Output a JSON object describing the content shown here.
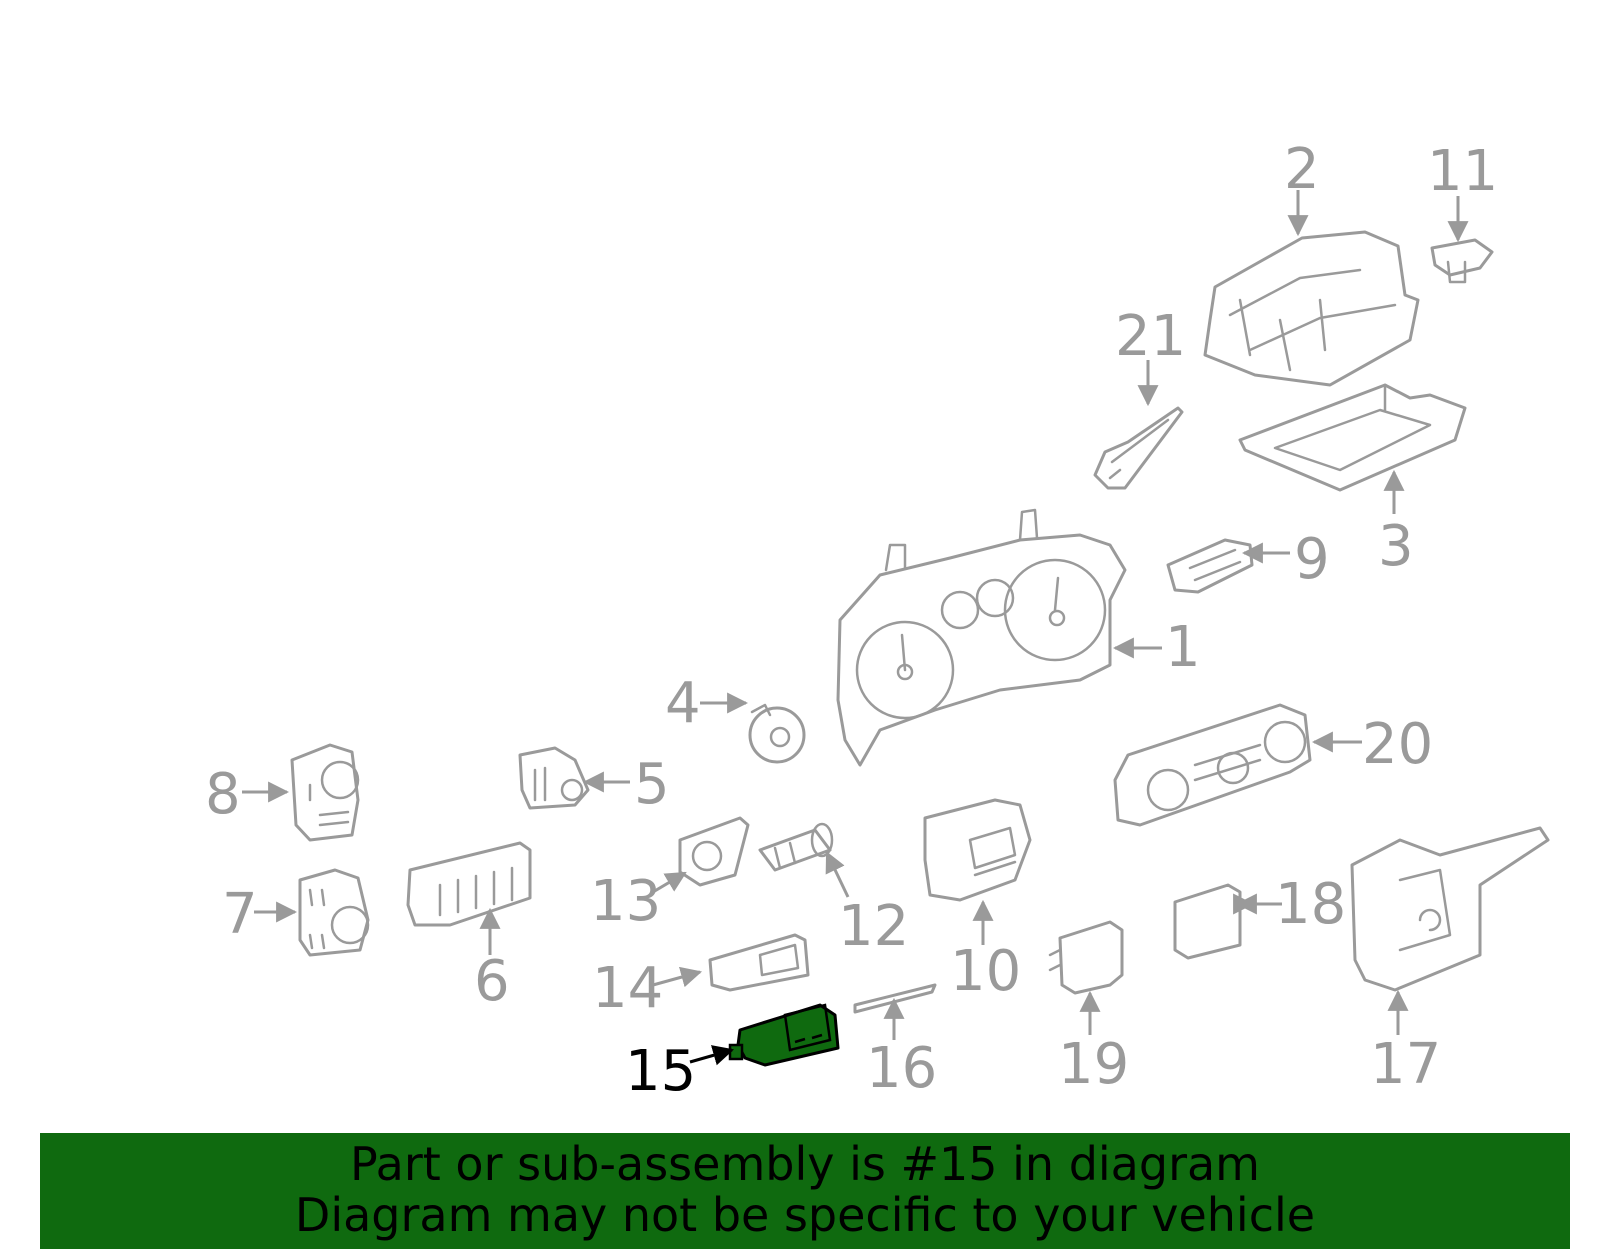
{
  "diagram": {
    "highlighted_part": "15",
    "highlight_color": "#0f6a0f",
    "line_color": "#9a9a9a",
    "callouts": [
      "1",
      "2",
      "3",
      "4",
      "5",
      "6",
      "7",
      "8",
      "9",
      "10",
      "11",
      "12",
      "13",
      "14",
      "15",
      "16",
      "17",
      "18",
      "19",
      "20",
      "21"
    ]
  },
  "banner": {
    "background": "#0f6a0f",
    "line1": "Part or sub-assembly is #15 in diagram",
    "line2": "Diagram may not be specific to your vehicle"
  }
}
